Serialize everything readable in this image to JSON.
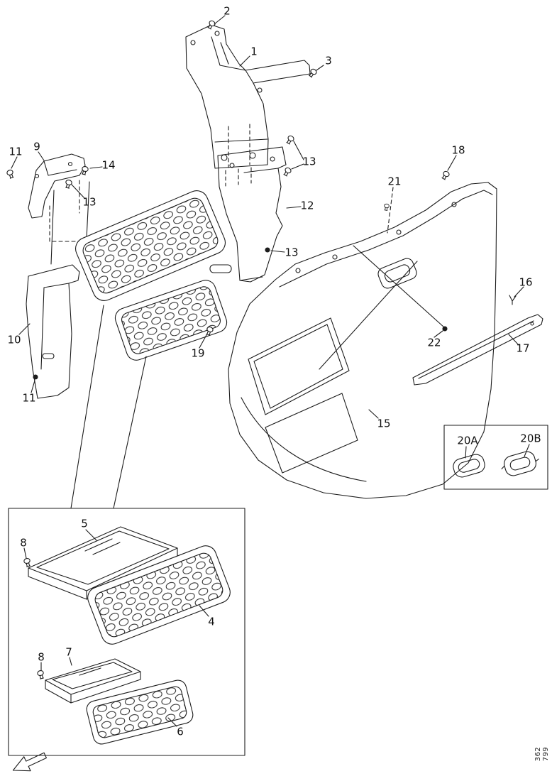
{
  "diagram": {
    "doc_number": "362 799",
    "callouts": {
      "c1": "1",
      "c2": "2",
      "c3": "3",
      "c4": "4",
      "c5": "5",
      "c6": "6",
      "c7": "7",
      "c8a": "8",
      "c8b": "8",
      "c9": "9",
      "c10": "10",
      "c11a": "11",
      "c11b": "11",
      "c12": "12",
      "c13a": "13",
      "c13b": "13",
      "c13c": "13",
      "c14": "14",
      "c15": "15",
      "c16": "16",
      "c17": "17",
      "c18": "18",
      "c19": "19",
      "c20a": "20A",
      "c20b": "20B",
      "c21": "21",
      "c22": "22"
    }
  }
}
